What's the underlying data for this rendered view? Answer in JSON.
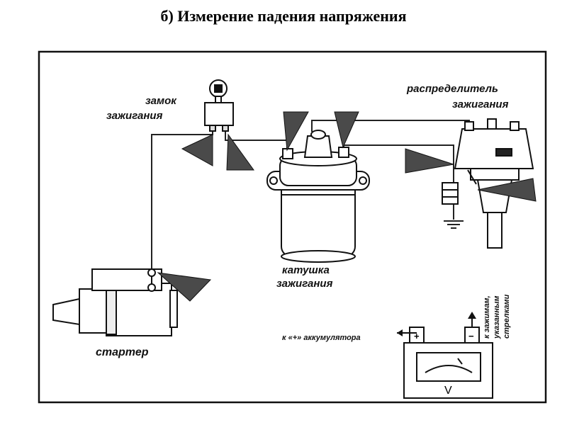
{
  "title": "б) Измерение падения напряжения",
  "labels": {
    "ignition_lock_line1": "замок",
    "ignition_lock_line2": "зажигания",
    "distributor_line1": "распределитель",
    "distributor_line2": "зажигания",
    "coil_line1": "катушка",
    "coil_line2": "зажигания",
    "starter": "стартер",
    "to_battery": "к «+» аккумулятора",
    "to_clamps_line1": "к зажимам,",
    "to_clamps_line2": "указанным",
    "to_clamps_line3": "стрелками",
    "meter_plus": "+",
    "meter_minus": "−",
    "meter_unit": "V"
  }
}
